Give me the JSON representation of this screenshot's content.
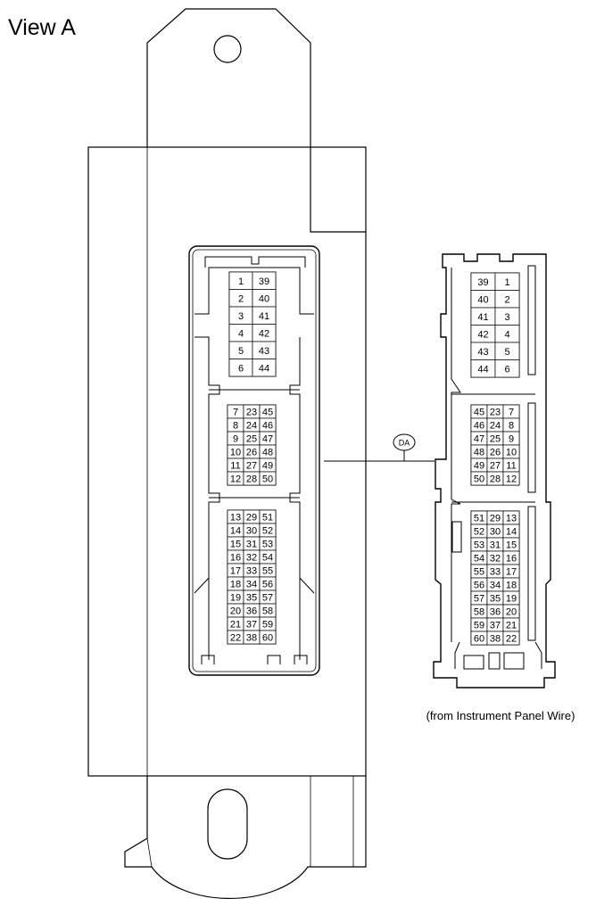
{
  "title": "View A",
  "callout": "DA",
  "caption": "(from Instrument Panel Wire)",
  "left_connector": {
    "top_block": [
      [
        "1",
        "39"
      ],
      [
        "2",
        "40"
      ],
      [
        "3",
        "41"
      ],
      [
        "4",
        "42"
      ],
      [
        "5",
        "43"
      ],
      [
        "6",
        "44"
      ]
    ],
    "middle_block": [
      [
        "7",
        "23",
        "45"
      ],
      [
        "8",
        "24",
        "46"
      ],
      [
        "9",
        "25",
        "47"
      ],
      [
        "10",
        "26",
        "48"
      ],
      [
        "11",
        "27",
        "49"
      ],
      [
        "12",
        "28",
        "50"
      ]
    ],
    "bottom_block": [
      [
        "13",
        "29",
        "51"
      ],
      [
        "14",
        "30",
        "52"
      ],
      [
        "15",
        "31",
        "53"
      ],
      [
        "16",
        "32",
        "54"
      ],
      [
        "17",
        "33",
        "55"
      ],
      [
        "18",
        "34",
        "56"
      ],
      [
        "19",
        "35",
        "57"
      ],
      [
        "20",
        "36",
        "58"
      ],
      [
        "21",
        "37",
        "59"
      ],
      [
        "22",
        "38",
        "60"
      ]
    ]
  },
  "right_connector": {
    "top_block": [
      [
        "39",
        "1"
      ],
      [
        "40",
        "2"
      ],
      [
        "41",
        "3"
      ],
      [
        "42",
        "4"
      ],
      [
        "43",
        "5"
      ],
      [
        "44",
        "6"
      ]
    ],
    "middle_block": [
      [
        "45",
        "23",
        "7"
      ],
      [
        "46",
        "24",
        "8"
      ],
      [
        "47",
        "25",
        "9"
      ],
      [
        "48",
        "26",
        "10"
      ],
      [
        "49",
        "27",
        "11"
      ],
      [
        "50",
        "28",
        "12"
      ]
    ],
    "bottom_block": [
      [
        "51",
        "29",
        "13"
      ],
      [
        "52",
        "30",
        "14"
      ],
      [
        "53",
        "31",
        "15"
      ],
      [
        "54",
        "32",
        "16"
      ],
      [
        "55",
        "33",
        "17"
      ],
      [
        "56",
        "34",
        "18"
      ],
      [
        "57",
        "35",
        "19"
      ],
      [
        "58",
        "36",
        "20"
      ],
      [
        "59",
        "37",
        "21"
      ],
      [
        "60",
        "38",
        "22"
      ]
    ]
  }
}
